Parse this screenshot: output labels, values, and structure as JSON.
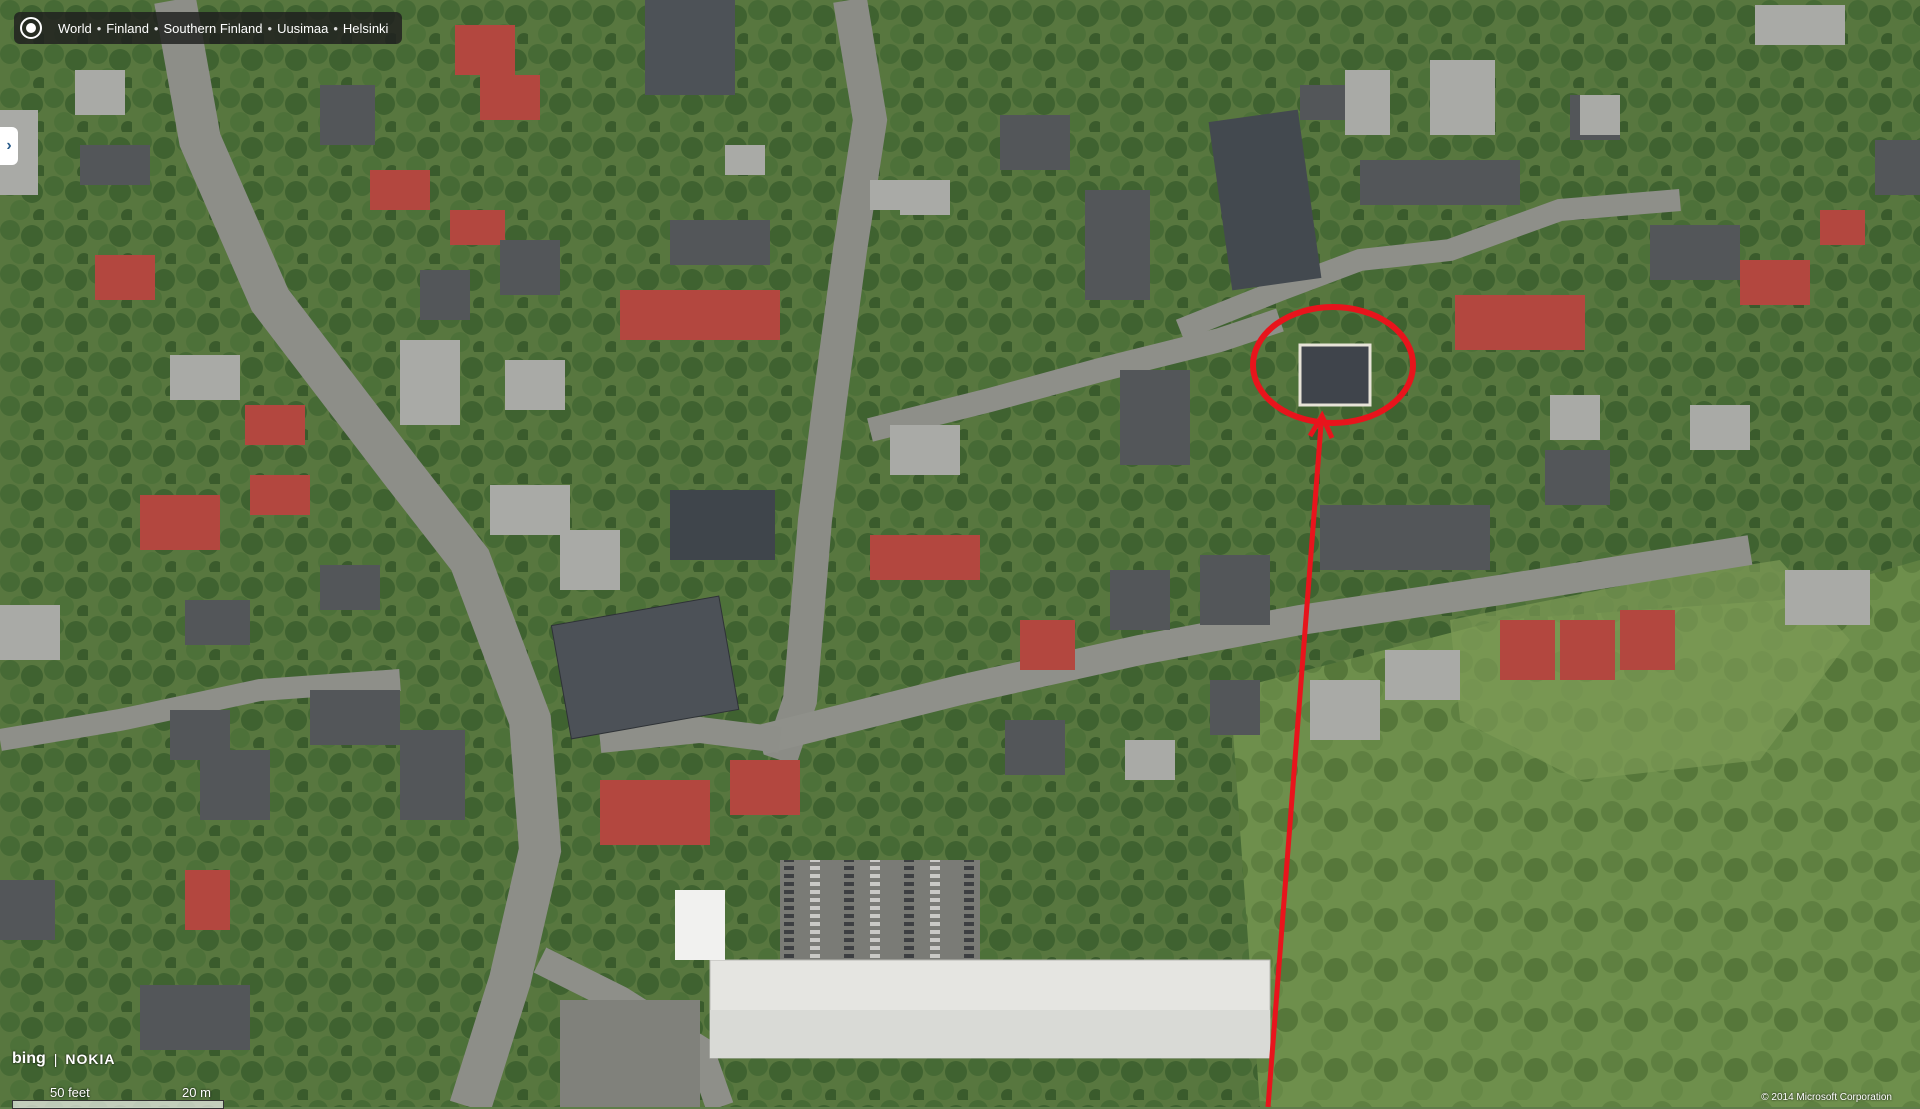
{
  "breadcrumb": {
    "parts": [
      "World",
      "Finland",
      "Southern Finland",
      "Uusimaa",
      "Helsinki"
    ],
    "separator": "•"
  },
  "logos": {
    "bing": "bing",
    "nokia": "NOKIA"
  },
  "scale": {
    "imperial": "50 feet",
    "metric": "20 m"
  },
  "copyright": "© 2014 Microsoft Corporation",
  "side_tab": {
    "glyph": "›"
  },
  "annotation": {
    "color": "#e8141c",
    "shape": "circle-with-arrow"
  },
  "colors": {
    "vegetation": "#5b7a45",
    "road": "#8f9089",
    "roof_dark": "#4a4f55",
    "roof_red": "#b5453f",
    "roof_white": "#e6e6e4"
  }
}
